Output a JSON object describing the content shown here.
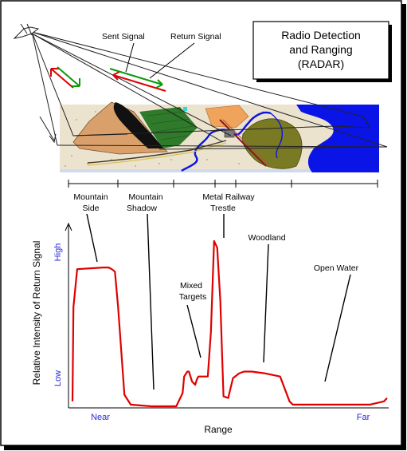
{
  "title": {
    "line1": "Radio Detection",
    "line2": "and Ranging",
    "line3": "(RADAR)"
  },
  "signals": {
    "sent": "Sent Signal",
    "return": "Return Signal"
  },
  "features": {
    "mountain_side": [
      "Mountain",
      "Side"
    ],
    "mountain_shadow": [
      "Mountain",
      "Shadow"
    ],
    "metal_trestle": [
      "Metal Railway",
      "Trestle"
    ],
    "mixed_targets": [
      "Mixed",
      "Targets"
    ],
    "woodland": "Woodland",
    "open_water": "Open Water"
  },
  "axes": {
    "y_label": "Relative Intensity of Return Signal",
    "y_high": "High",
    "y_low": "Low",
    "x_label": "Range",
    "x_near": "Near",
    "x_far": "Far"
  },
  "colors": {
    "signal_curve": "#e00000",
    "axis_tick_text": "#2a2ad8",
    "water": "#0a14e6",
    "sent_arrow": "#e00000",
    "return_arrow": "#0a9a0a"
  },
  "chart_data": {
    "type": "line",
    "title": "",
    "xlabel": "Range",
    "ylabel": "Relative Intensity of Return Signal",
    "x_tick_labels": [
      "Near",
      "Far"
    ],
    "y_tick_labels": [
      "Low",
      "High"
    ],
    "xlim": [
      0,
      100
    ],
    "ylim": [
      0,
      100
    ],
    "grid": false,
    "series": [
      {
        "x": [
          0,
          0.3,
          1.5,
          10,
          11.5,
          12.5,
          13.5,
          14.5,
          16.5,
          18.5,
          25,
          30,
          33,
          35,
          35.5,
          36.5,
          37,
          38,
          39,
          39.5,
          40,
          41.5,
          43,
          44,
          45,
          46,
          47,
          48,
          49.5,
          51,
          53,
          54.5,
          56,
          57,
          61,
          66,
          69,
          70,
          71.5,
          74,
          80,
          89,
          92.5,
          94.5,
          99,
          100
        ],
        "y": [
          3,
          60,
          83,
          84,
          84,
          83,
          81.5,
          60,
          7,
          1,
          0,
          0,
          0,
          8,
          18,
          21,
          21,
          15,
          13,
          16,
          18,
          18,
          18,
          45,
          100,
          96,
          64,
          6,
          5,
          17,
          20,
          21,
          21,
          21,
          20,
          18,
          3,
          1,
          1,
          1,
          1,
          1,
          1,
          1,
          3,
          5
        ]
      }
    ]
  }
}
